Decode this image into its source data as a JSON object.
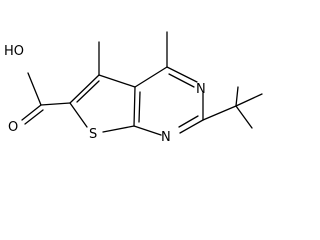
{
  "structure": {
    "atoms": {
      "carboxyl_oh": "HO",
      "carbonyl_o": "O",
      "thiophene_s": "S",
      "pyrimidine_n3": "N",
      "pyrimidine_n1": "N"
    }
  },
  "colors": {
    "bond": "#000000",
    "text": "#000000",
    "background": "#ffffff"
  }
}
